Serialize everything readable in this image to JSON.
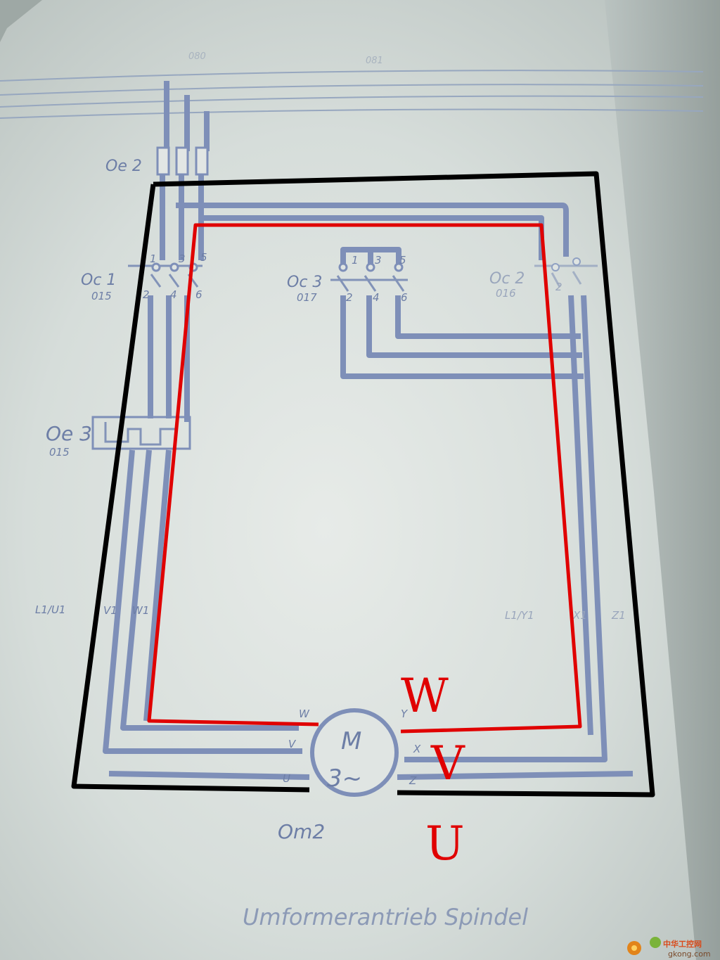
{
  "sheet_numbers": [
    "080",
    "081"
  ],
  "components": {
    "fuse_top": "Oe 2",
    "contactor_1": {
      "name": "Oc 1",
      "ref": "015",
      "terminals_top": [
        "1",
        "3",
        "5"
      ],
      "terminals_bottom": [
        "2",
        "4",
        "6"
      ]
    },
    "contactor_3": {
      "name": "Oc 3",
      "ref": "017",
      "terminals_top": [
        "1",
        "3",
        "5"
      ],
      "terminals_bottom": [
        "2",
        "4",
        "6"
      ]
    },
    "contactor_2": {
      "name": "Oc 2",
      "ref": "016",
      "terminals_bottom": [
        "2"
      ]
    },
    "overload": {
      "name": "Oe 3",
      "ref": "015"
    }
  },
  "terminal_labels": {
    "left": [
      "L1/U1",
      "V1",
      "W1"
    ],
    "right": [
      "L1/Y1",
      "X1",
      "Z1"
    ]
  },
  "motor": {
    "line1": "M",
    "line2": "3~",
    "name": "Om2",
    "left_pins": [
      "W",
      "V",
      "U"
    ],
    "right_pins": [
      "Y",
      "X",
      "Z"
    ]
  },
  "annotations": {
    "phase_labels": [
      "W",
      "V",
      "U"
    ],
    "red_color": "#e00000",
    "black_color": "#000000"
  },
  "caption": "Umformerantrieb Spindel",
  "watermark": {
    "title": "中华工控网",
    "url": "gkong.com"
  }
}
